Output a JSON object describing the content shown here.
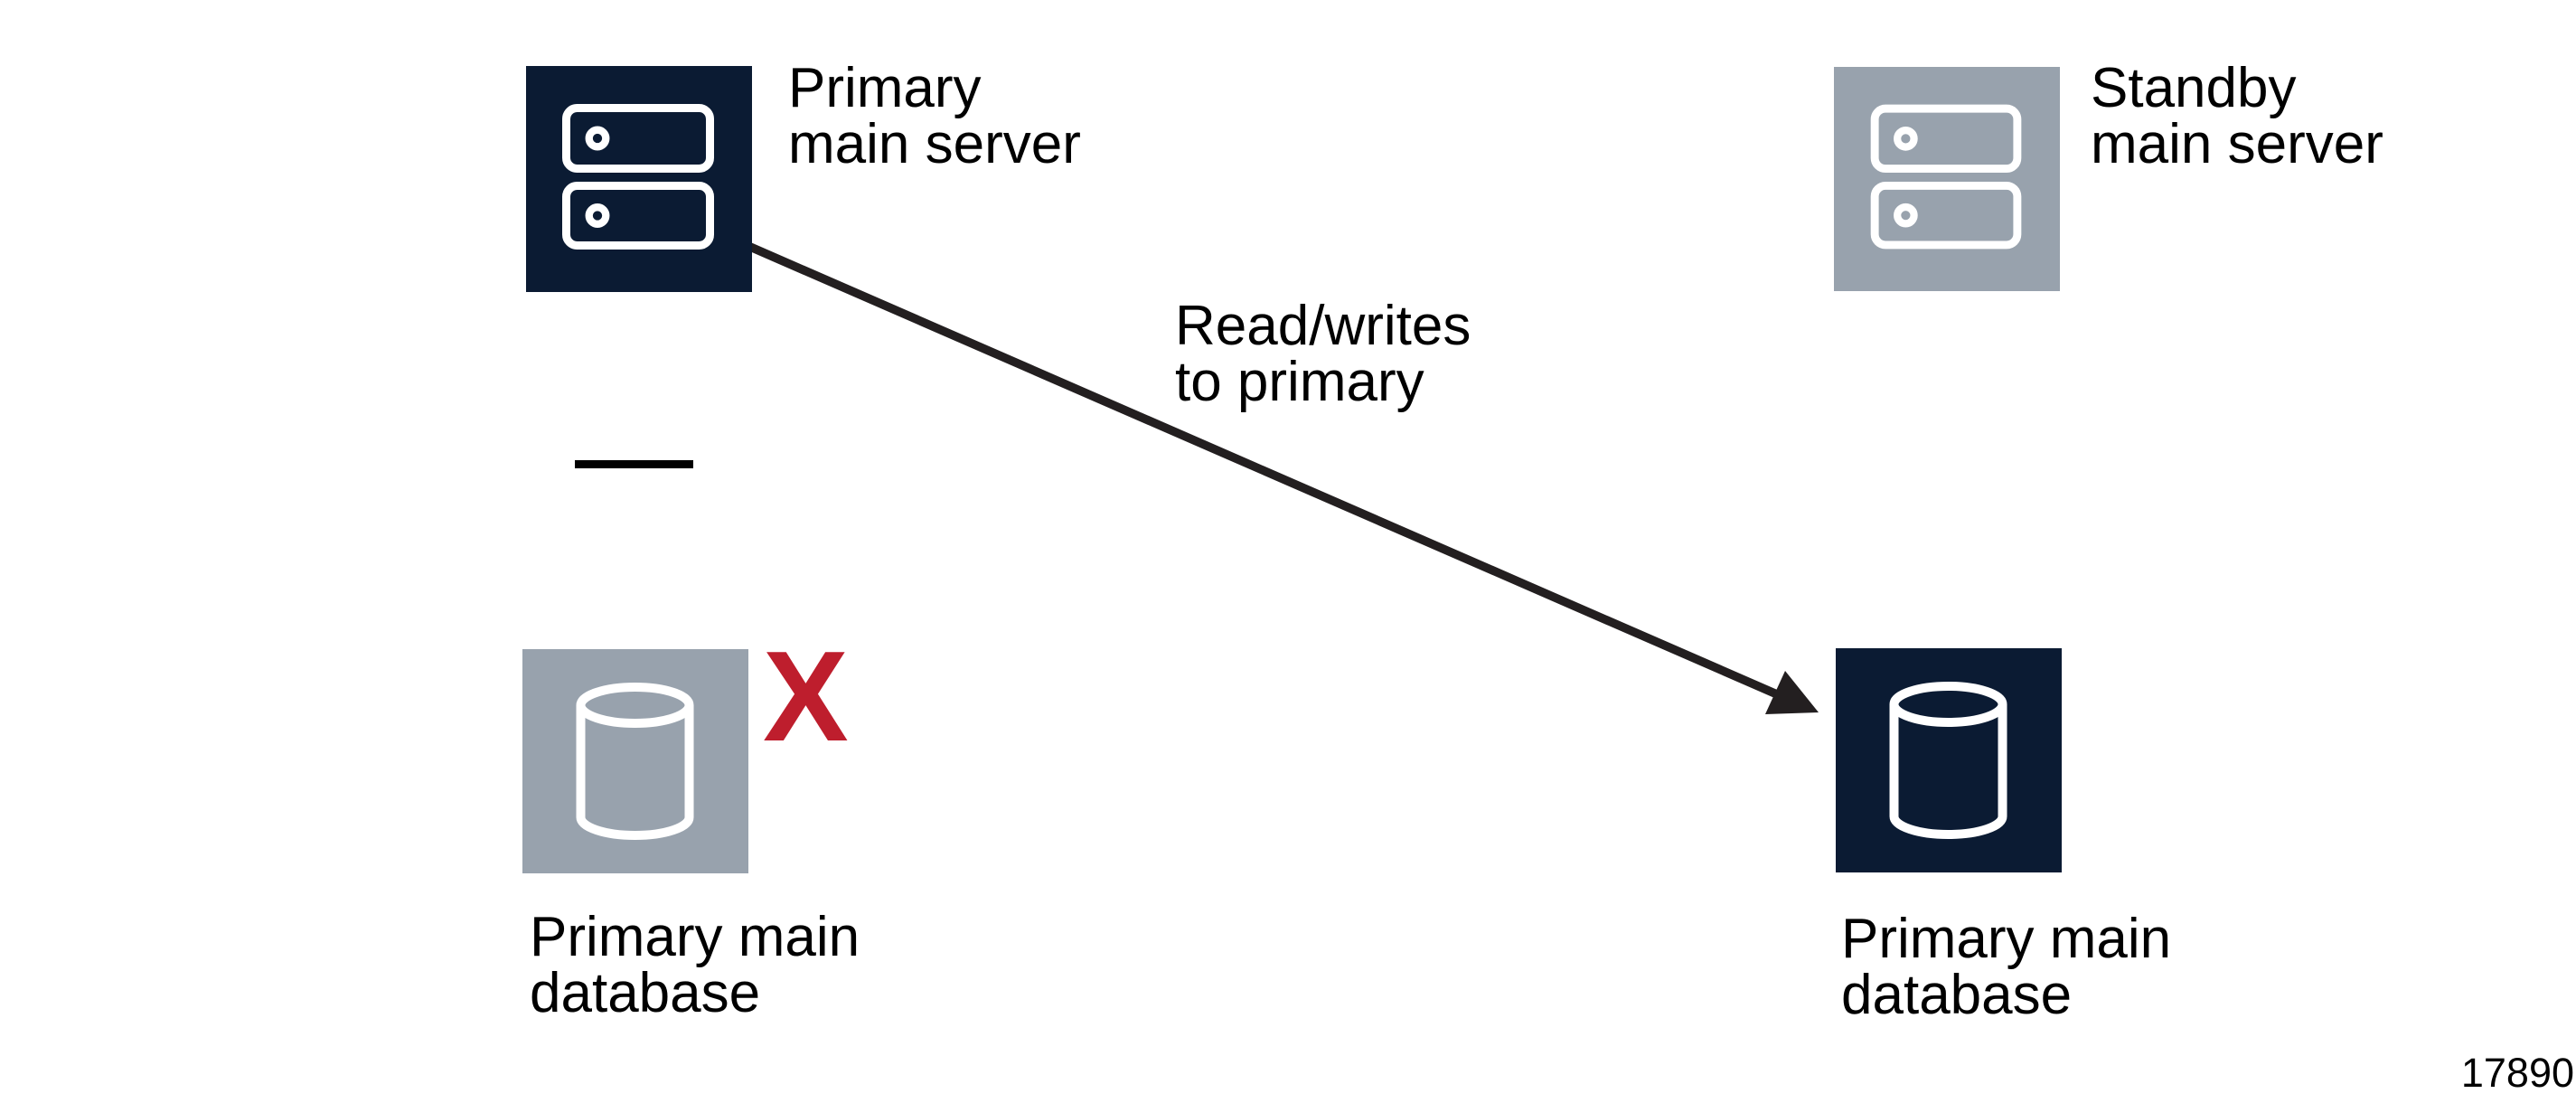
{
  "colors": {
    "background": "#FFFFFF",
    "navy": "#0B1B33",
    "gray": "#98A2AD",
    "red": "#BE1E2D",
    "arrow": "#231F20",
    "dash": "#000000",
    "icon_stroke": "#FFFFFF",
    "text": "#000000"
  },
  "nodes": {
    "primary_server": {
      "icon": "server-icon",
      "label": [
        "Primary",
        "main server"
      ]
    },
    "standby_server": {
      "icon": "server-icon",
      "label": [
        "Standby",
        "main server"
      ]
    },
    "failed_database": {
      "icon": "database-icon",
      "label": [
        "Primary main",
        "database"
      ],
      "failure_mark": "X"
    },
    "active_database": {
      "icon": "database-icon",
      "label": [
        "Primary main",
        "database"
      ]
    }
  },
  "arrow": {
    "label": [
      "Read/writes",
      "to primary"
    ]
  },
  "figure_number": "17890"
}
